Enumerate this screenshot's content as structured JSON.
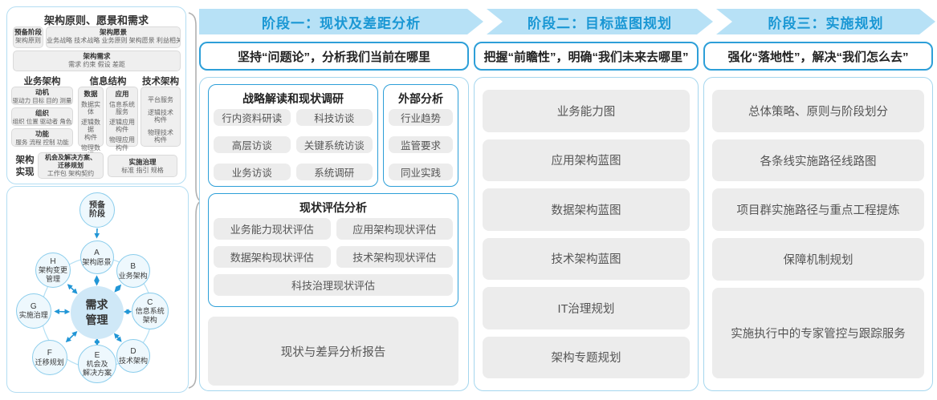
{
  "architecture_panel": {
    "title": "架构原则、愿景和需求",
    "prep": {
      "title": "预备阶段",
      "items": "架构原则"
    },
    "vision": {
      "title": "架构愿景",
      "items": "业务战略 技术战略 业务原则 架构愿景 利益相关者"
    },
    "requirements": {
      "title": "架构需求",
      "items": "需求  约束  假设  差距"
    },
    "business": {
      "title": "业务架构",
      "boxes": [
        {
          "title": "动机",
          "items": "驱动力 目标 目的 测量"
        },
        {
          "title": "组织",
          "items": "组织 位置 驱动者 角色"
        },
        {
          "title": "功能",
          "items": "服务 流程 控制 功能"
        }
      ]
    },
    "information": {
      "title": "信息结构",
      "data_box": {
        "title": "数据",
        "items": [
          "数据实体",
          "逻辑数据\n构件",
          "物理数据\n构件"
        ]
      },
      "app_box": {
        "title": "应用",
        "items": [
          "信息系统\n服务",
          "逻辑应用\n构件",
          "物理应用\n构件"
        ]
      }
    },
    "technology": {
      "title": "技术架构",
      "items": [
        "平台服务",
        "逻辑技术\n构件",
        "物理技术\n构件"
      ]
    },
    "realization": {
      "label": "架构\n实现",
      "opportunity": {
        "title": "机会及解决方案、\n迁移规划",
        "items": "工作包  架构契约"
      },
      "governance": {
        "title": "实施治理",
        "items": "标准  指引  规格"
      }
    }
  },
  "adm_cycle": {
    "prep": "预备\n阶段",
    "center": "需求\n管理",
    "nodes": [
      {
        "letter": "A",
        "label": "架构愿景"
      },
      {
        "letter": "B",
        "label": "业务架构"
      },
      {
        "letter": "C",
        "label": "信息系统\n架构"
      },
      {
        "letter": "D",
        "label": "技术架构"
      },
      {
        "letter": "E",
        "label": "机会及\n解决方案"
      },
      {
        "letter": "F",
        "label": "迁移规划"
      },
      {
        "letter": "G",
        "label": "实施治理"
      },
      {
        "letter": "H",
        "label": "架构变更\n管理"
      }
    ]
  },
  "phases": {
    "phase1": {
      "banner": "阶段一：现状及差距分析",
      "subtitle": "坚持“问题论”，分析我们当前在哪里",
      "research": {
        "title": "战略解读和现状调研",
        "items": [
          "行内资料研读",
          "科技访谈",
          "高层访谈",
          "关键系统访谈",
          "业务访谈",
          "系统调研"
        ]
      },
      "external": {
        "title": "外部分析",
        "items": [
          "行业趋势",
          "监管要求",
          "同业实践"
        ]
      },
      "assessment": {
        "title": "现状评估分析",
        "items": [
          "业务能力现状评估",
          "应用架构现状评估",
          "数据架构现状评估",
          "技术架构现状评估",
          "科技治理现状评估"
        ]
      },
      "report": "现状与差异分析报告"
    },
    "phase2": {
      "banner": "阶段二：目标蓝图规划",
      "subtitle": "把握“前瞻性”，明确“我们未来去哪里”",
      "items": [
        "业务能力图",
        "应用架构蓝图",
        "数据架构蓝图",
        "技术架构蓝图",
        "IT治理规划",
        "架构专题规划"
      ]
    },
    "phase3": {
      "banner": "阶段三：实施规划",
      "subtitle": "强化“落地性”，解决“我们怎么去”",
      "items": [
        "总体策略、原则与阶段划分",
        "各条线实施路径线路图",
        "项目群实施路径与重点工程提炼",
        "保障机制规划",
        "实施执行中的专家管控与跟踪服务"
      ]
    }
  },
  "colors": {
    "accent_blue": "#1a97d4",
    "banner_bg": "#b7e1f6",
    "border_blue": "#2d9fd8",
    "card_gray": "#ececec"
  }
}
